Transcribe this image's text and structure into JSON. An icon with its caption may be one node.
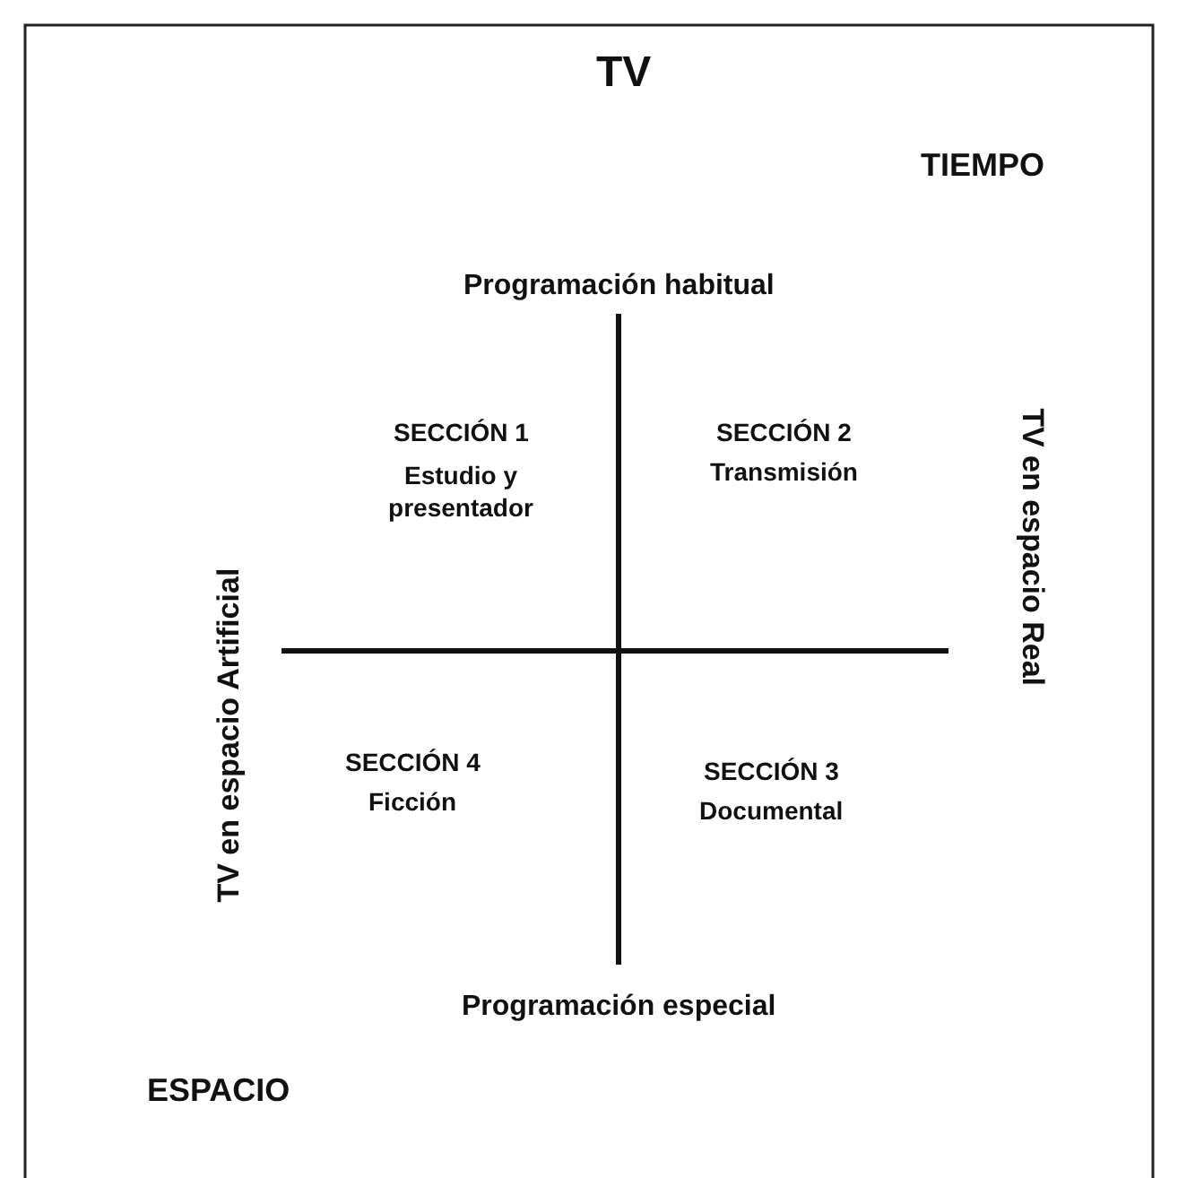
{
  "diagram": {
    "title": "TV",
    "labels": [
      "TIEMPO",
      "Programación habitual",
      "SECCIÓN 1",
      "Estudio y presentador",
      "SECCIÓN 2",
      "Transmisión",
      "TV en espacio Artificial",
      "TV en espacio Real",
      "SECCIÓN 4",
      "Ficción",
      "SECCIÓN 3",
      "Documental",
      "Programación especial",
      "ESPACIO"
    ]
  }
}
